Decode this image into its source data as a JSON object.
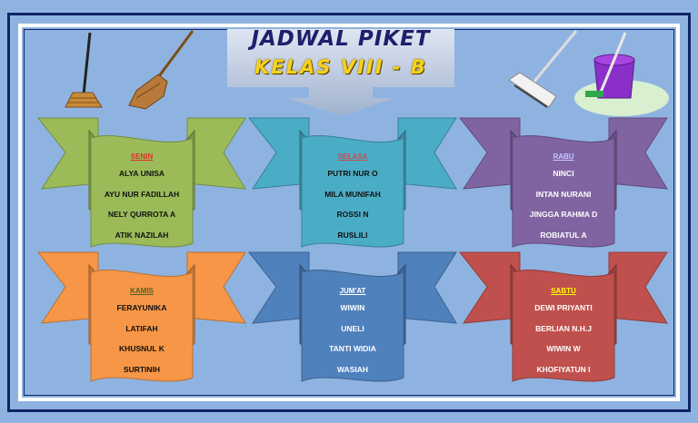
{
  "header": {
    "title": "JADWAL PIKET",
    "subtitle": "KELAS VIII - B"
  },
  "days": [
    {
      "day": "SENIN",
      "color": "#9bbb59",
      "day_color": "#e0302a",
      "text_theme": "dark",
      "names": [
        "ALYA UNISA",
        "AYU NUR FADILLAH",
        "NELY QURROTA A",
        "ATIK NAZILAH"
      ]
    },
    {
      "day": "SELASA",
      "color": "#4bacc6",
      "day_color": "#c0504d",
      "text_theme": "dark",
      "names": [
        "PUTRI NUR O",
        "MILA MUNIFAH",
        "ROSSI N",
        "RUSLILI"
      ]
    },
    {
      "day": "RABU",
      "color": "#8064a2",
      "day_color": "#c8c8ff",
      "text_theme": "light",
      "names": [
        "NINCI",
        "INTAN NURANI",
        "JINGGA RAHMA D",
        "ROBIATUL A"
      ]
    },
    {
      "day": "KAMIS",
      "color": "#f79646",
      "day_color": "#4f6228",
      "text_theme": "dark",
      "names": [
        "FERAYUNIKA",
        "LATIFAH",
        "KHUSNUL K",
        "SURTINIH"
      ]
    },
    {
      "day": "JUM'AT",
      "color": "#4f81bd",
      "day_color": "#ffffff",
      "text_theme": "light",
      "names": [
        "WIWIN",
        "UNELI",
        "TANTI WIDIA",
        "WASIAH"
      ]
    },
    {
      "day": "SABTU",
      "color": "#c0504d",
      "day_color": "#ffff00",
      "text_theme": "light",
      "names": [
        "DEWI PRIYANTI",
        "BERLIAN N.H.J",
        "WIWIN W",
        "KHOFIYATUN I"
      ]
    }
  ],
  "icons": [
    "mop-icon",
    "broom-icon",
    "push-broom-icon",
    "bucket-mop-icon",
    "down-arrow-icon"
  ]
}
